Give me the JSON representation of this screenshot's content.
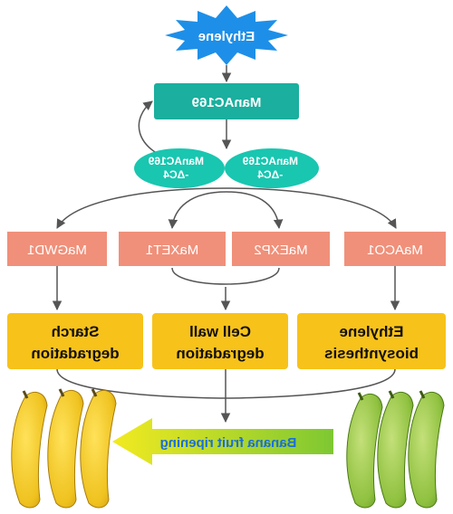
{
  "signal": {
    "label": "Ethylene",
    "color": "#1e8fe8",
    "text_color": "#ffffff"
  },
  "regulator": {
    "label": "ManAC169",
    "color": "#1aaf9e"
  },
  "dimer": {
    "left_line1": "ManAC169",
    "left_line2": "-ΔC4",
    "right_line1": "ManAC169",
    "right_line2": "-ΔC4",
    "color": "#19c6b0"
  },
  "targets": {
    "color": "#f0907a",
    "items": [
      {
        "label": "MaGWD1"
      },
      {
        "label": "MaXET1"
      },
      {
        "label": "MaEXP2"
      },
      {
        "label": "MaACO1"
      }
    ]
  },
  "processes": {
    "color": "#f7c21a",
    "items": [
      {
        "line1": "Starch",
        "line2": "degradation"
      },
      {
        "line1": "Cell wall",
        "line2": "degradation"
      },
      {
        "line1": "Ethylene",
        "line2": "biosynthesis"
      }
    ]
  },
  "outcome": {
    "label": "Banana fruit ripening",
    "gradient_start": "#7ec832",
    "gradient_end": "#f2ea20",
    "text_color": "#1a6fd6"
  },
  "images": {
    "left": "ripe-yellow-bananas",
    "right": "unripe-green-bananas"
  }
}
